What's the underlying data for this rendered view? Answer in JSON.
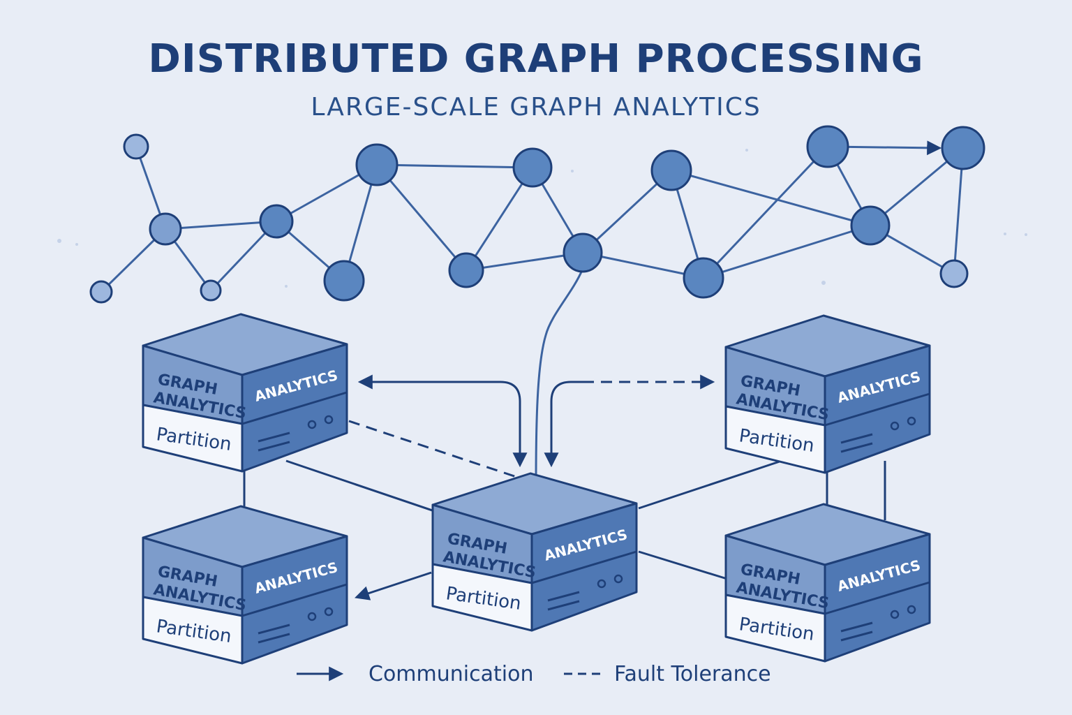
{
  "header": {
    "title": "DISTRIBUTED GRAPH PROCESSING",
    "subtitle": "LARGE-SCALE GRAPH ANALYTICS"
  },
  "server": {
    "front_label_line1": "GRAPH",
    "front_label_line2": "ANALYTICS",
    "side_label": "ANALYTICS",
    "partition_label": "Partition"
  },
  "legend": {
    "communication": "Communication",
    "fault_tolerance": "Fault Tolerance"
  },
  "colors": {
    "background": "#e8edf6",
    "primary": "#1e3f78",
    "node_fill": "#5a86c0",
    "node_light": "#9db7de",
    "box_front": "#7d9ccb",
    "box_side": "#4f78b4",
    "box_top": "#8eaad4"
  }
}
